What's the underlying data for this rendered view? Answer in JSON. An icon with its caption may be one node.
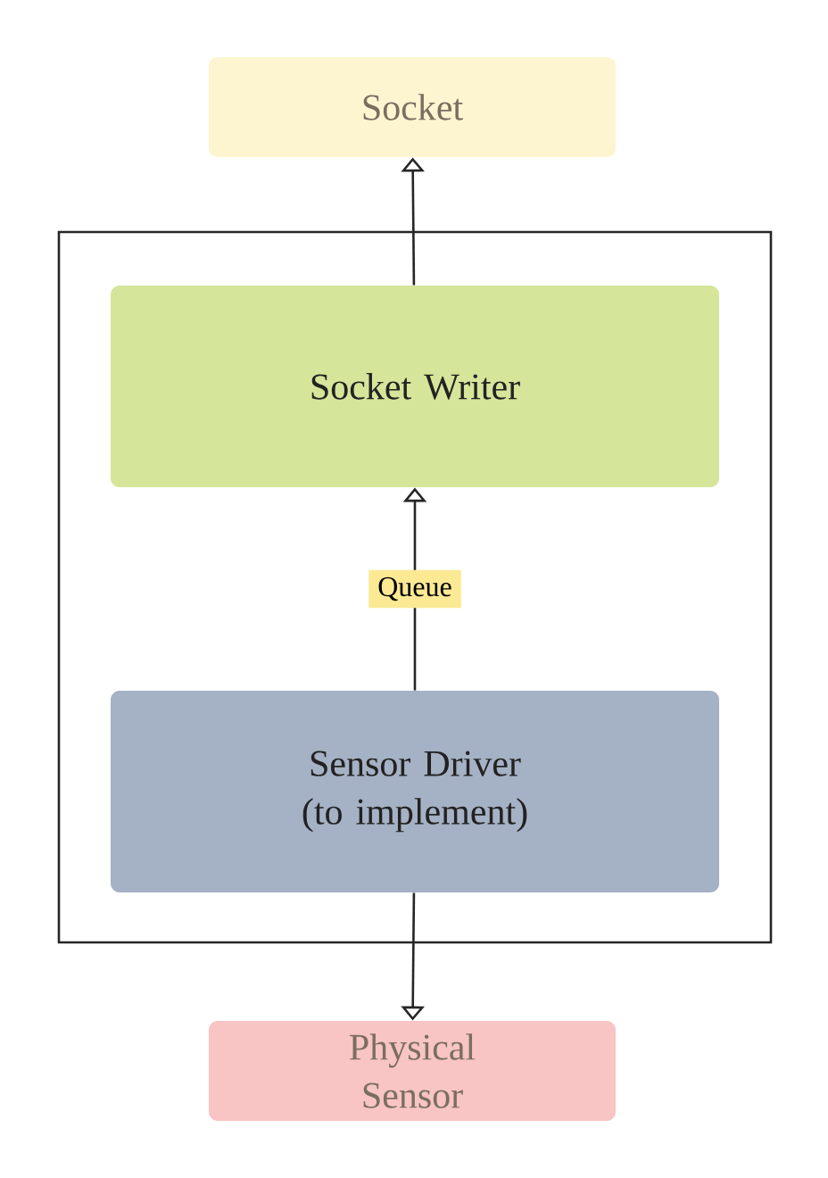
{
  "diagram": {
    "nodes": [
      {
        "text": [
          "Socket"
        ]
      },
      {
        "text": [],
        "shape": "box"
      },
      {
        "text": [
          "Socket Writer"
        ],
        "in": 1
      },
      {
        "text": [
          "Sensor Driver (to implement)"
        ],
        "in": 1
      },
      {
        "text": [
          "Physical Sensor"
        ]
      }
    ],
    "edges": [
      {
        "from": 2,
        "to": 0,
        "arrow": "to"
      },
      {
        "from": 3,
        "to": 2,
        "arrow": "to",
        "label": "Queue"
      },
      {
        "from": 3,
        "to": 4,
        "arrow": "to"
      }
    ]
  }
}
